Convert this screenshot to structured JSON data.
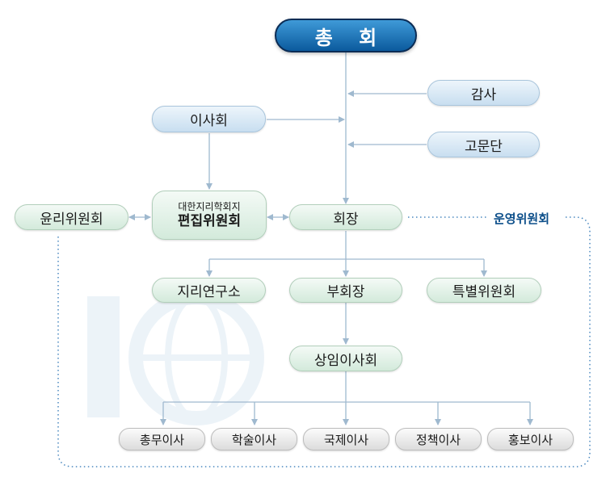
{
  "root": "총 회",
  "auditor": "감사",
  "board": "이사회",
  "advisors": "고문단",
  "ethics": "윤리위원회",
  "editorial": {
    "line1": "대한지리학회지",
    "line2": "편집위원회"
  },
  "president": "회장",
  "operating_committee": "운영위원회",
  "research_institute": "지리연구소",
  "vice_president": "부회장",
  "special_committee": "특별위원회",
  "standing_directors": "상임이사회",
  "directors": [
    "총무이사",
    "학술이사",
    "국제이사",
    "정책이사",
    "홍보이사"
  ],
  "colors": {
    "root": "#0b5a9d",
    "blue_box": "#c8def0",
    "green_box": "#d3eadb",
    "gray_box": "#dcdcdc",
    "line": "#9fb9cf",
    "dotted": "#4a88bf",
    "label": "#0d4f8a"
  }
}
